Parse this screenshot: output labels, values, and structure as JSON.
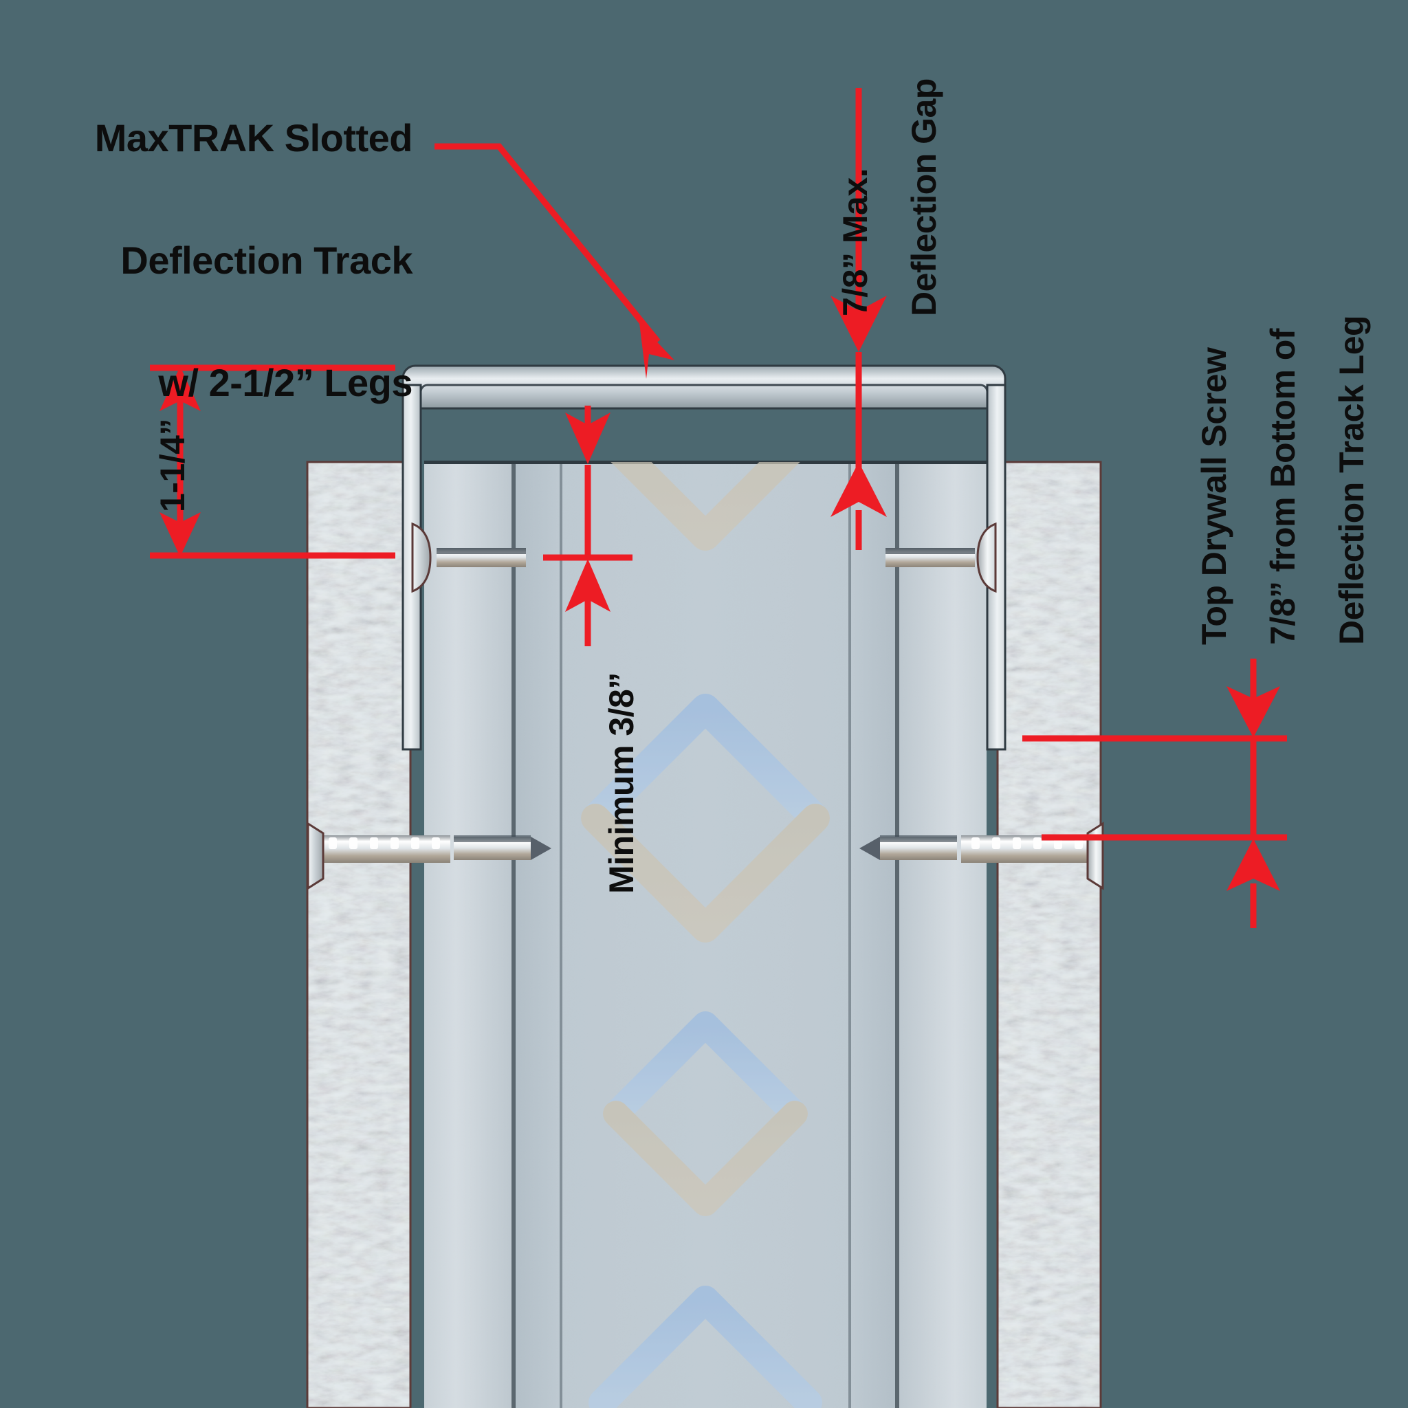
{
  "diagram": {
    "title": "MaxTRAK Slotted Deflection Track Detail",
    "background_color": "#4c6870",
    "annotation_color": "#ed1c24",
    "text_color": "#0d0d0d"
  },
  "callouts": {
    "track_label": {
      "line1": "MaxTRAK Slotted",
      "line2": "Deflection Track",
      "line3": "w/ 2-1/2” Legs",
      "name": "maxtrak-slotted-deflection-track-callout"
    },
    "deflection_gap": {
      "line1": "7/8” Max.",
      "line2": "Deflection Gap"
    },
    "top_screw": {
      "line1": "Top Drywall Screw",
      "line2": "7/8” from Bottom of",
      "line3": "Deflection Track Leg"
    }
  },
  "dimensions": {
    "leg_overlap": {
      "label": "1-1/4”",
      "position": "left"
    },
    "minimum_edge": {
      "label": "Minimum 3/8”",
      "position": "center"
    },
    "gap_max": {
      "label": "7/8” Max.",
      "position": "top-right"
    },
    "screw_setback": {
      "label": "7/8”",
      "position": "right"
    }
  },
  "components": {
    "track": {
      "name": "MaxTRAK Slotted Deflection Track",
      "leg_depth": "2-1/2”",
      "metal_color": "#c3ccd2"
    },
    "stud": {
      "name": "Steel Stud",
      "face_color": "#b7c3cb",
      "emboss_top_color": "#a5c2e2",
      "emboss_bottom_color": "#c6bfae"
    },
    "drywall": {
      "name": "Gypsum Drywall Board",
      "face_color": "#d8dfe4"
    },
    "screws": {
      "name": "Drywall Screws",
      "count_visible": 4,
      "shank_color": "#c9cfd3"
    }
  }
}
